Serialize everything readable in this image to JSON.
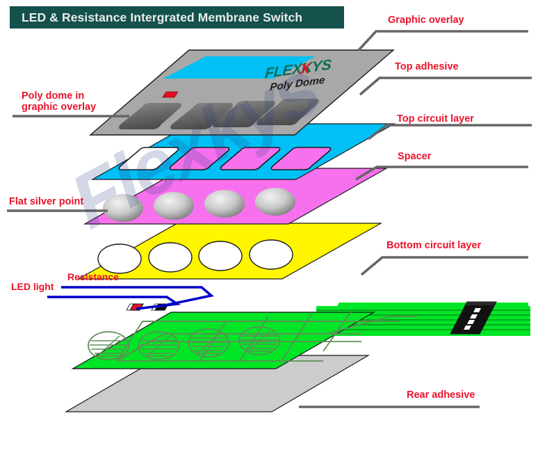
{
  "title": {
    "text": "LED & Resistance Intergrated Membrane Switch",
    "banner_color": "#14504c",
    "text_color": "#e8ecec"
  },
  "label_color": "#e8132b",
  "leader_color": "#666666",
  "watermark": {
    "text": "Flexkys"
  },
  "overlay": {
    "brand": "FLEXKYS",
    "brand_accent_letter": "X",
    "subtitle": "Poly Dome",
    "brand_color": "#0d6b52",
    "brand_accent_color": "#e01020",
    "display_color": "#00c0f5",
    "indicator_color": "#e01020"
  },
  "right_labels": [
    {
      "id": "graphic-overlay",
      "text": "Graphic overlay"
    },
    {
      "id": "top-adhesive",
      "text": "Top adhesive"
    },
    {
      "id": "top-circuit-layer",
      "text": "Top circuit layer"
    },
    {
      "id": "spacer",
      "text": "Spacer"
    },
    {
      "id": "bottom-circuit-layer",
      "text": "Bottom circuit layer"
    },
    {
      "id": "rear-adhesive",
      "text": "Rear adhesive"
    }
  ],
  "left_labels": [
    {
      "id": "poly-dome-in-graphic-overlay",
      "text": "Poly dome in\ngraphic overlay"
    },
    {
      "id": "flat-silver-point",
      "text": "Flat silver point"
    },
    {
      "id": "resistance",
      "text": "Resistance"
    },
    {
      "id": "led-light",
      "text": "LED light"
    }
  ],
  "layers": [
    {
      "id": "graphic-overlay",
      "name": "Graphic overlay",
      "color": "#a8a8a8"
    },
    {
      "id": "top-adhesive",
      "name": "Top adhesive",
      "color": "#00c0f5"
    },
    {
      "id": "top-circuit-layer",
      "name": "Top circuit layer",
      "color": "#f771ee"
    },
    {
      "id": "spacer",
      "name": "Spacer",
      "color": "#fff600"
    },
    {
      "id": "bottom-circuit-layer",
      "name": "Bottom circuit layer",
      "color": "#00e526"
    },
    {
      "id": "rear-adhesive",
      "name": "Rear adhesive",
      "color": "#cccccc"
    }
  ],
  "components": {
    "key_count": 4,
    "led_color": "#e01020",
    "resistor_color": "#111111",
    "pointer_color": "#0000c8",
    "connector_color": "#111111",
    "connector_pad_count": 4,
    "connector_pad_color": "#ffffff"
  }
}
